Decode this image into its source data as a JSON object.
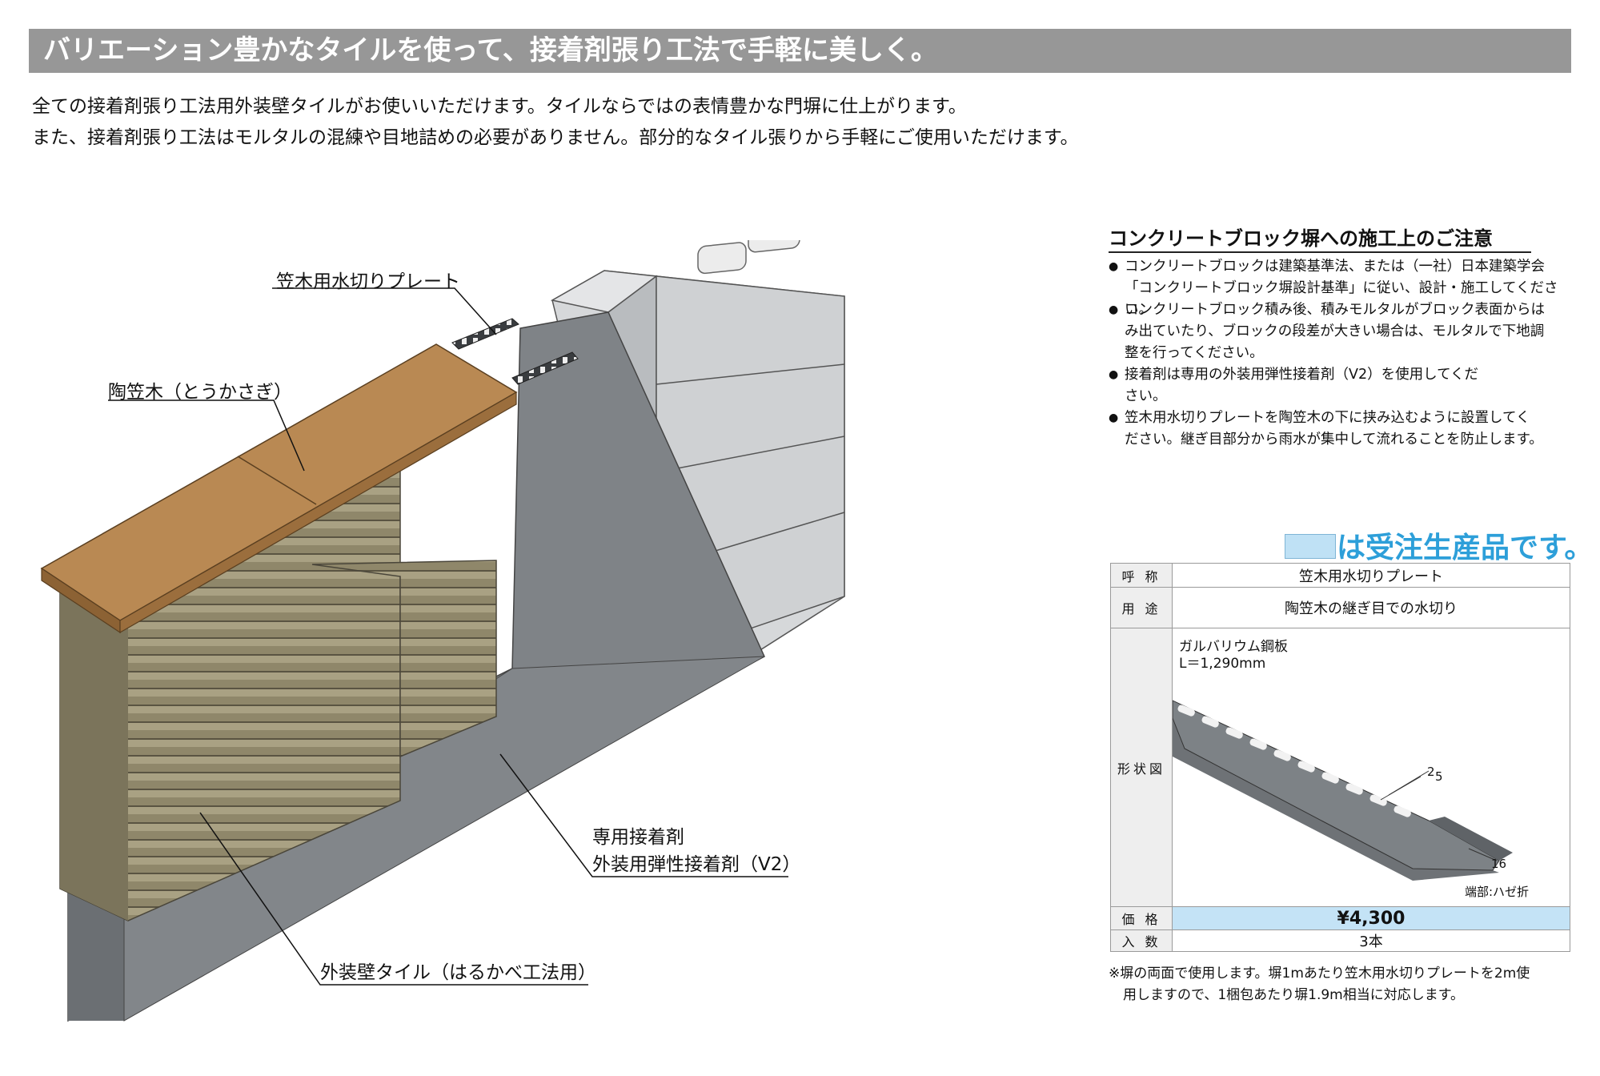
{
  "header": {
    "title": "バリエーション豊かなタイルを使って、接着剤張り工法で手軽に美しく。"
  },
  "intro": [
    "全ての接着剤張り工法用外装壁タイルがお使いいただけます。タイルならではの表情豊かな門塀に仕上がります。",
    "また、接着剤張り工法はモルタルの混練や目地詰めの必要がありません。部分的なタイル張りから手軽にご使用いただけます。"
  ],
  "diagram": {
    "labels": {
      "plate": "笠木用水切りプレート",
      "kasagi": "陶笠木（とうかさぎ）",
      "adhesive_1": "専用接着剤",
      "adhesive_2": "外装用弾性接着剤（V2）",
      "tile": "外装壁タイル（はるかべ工法用）"
    }
  },
  "notes": {
    "title": "コンクリートブロック塀への施工上のご注意",
    "items": [
      [
        "コンクリートブロックは建築基準法、または（一社）日本建築学会",
        "「コンクリートブロック塀設計基準」に従い、設計・施工してください。"
      ],
      [
        "コンクリートブロック積み後、積みモルタルがブロック表面からは",
        "み出ていたり、ブロックの段差が大きい場合は、モルタルで下地調",
        "整を行ってください。"
      ],
      [
        "接着剤は専用の外装用弾性接着剤（V2）を使用してくだ",
        "さい。"
      ],
      [
        "笠木用水切りプレートを陶笠木の下に挟み込むように設置してく",
        "ださい。継ぎ目部分から雨水が集中して流れることを防止します。"
      ]
    ]
  },
  "made_to_order": {
    "text": "は受注生産品です。",
    "swatch_color": "#bfe1f5"
  },
  "spec": {
    "name_label": "呼 称",
    "name": "笠木用水切りプレート",
    "use_label": "用 途",
    "use": "陶笠木の継ぎ目での水切り",
    "shape_label": "形状図",
    "material": "ガルバリウム鋼板",
    "length": "L＝1,290mm",
    "dim_a": "2",
    "dim_b": "5",
    "dim_c": "16",
    "edge_note": "端部:ハゼ折",
    "price_label": "価 格",
    "price": "¥4,300",
    "qty_label": "入 数",
    "qty": "3本"
  },
  "footnote": [
    "※塀の両面で使用します。塀1mあたり笠木用水切りプレートを2m使",
    "用しますので、1梱包あたり塀1.9m相当に対応します。"
  ]
}
